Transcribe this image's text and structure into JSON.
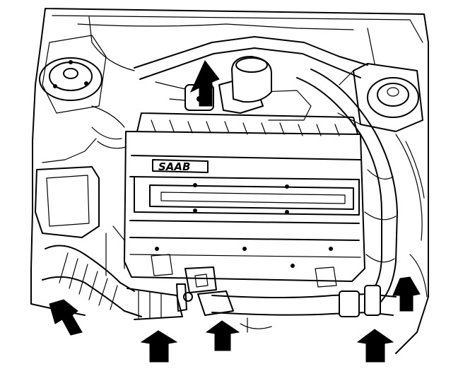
{
  "figure": {
    "engine_logo_text": "SAAB",
    "colors": {
      "line": "#000000",
      "background": "#ffffff",
      "arrow": "#000000"
    },
    "callout_arrows": [
      {
        "id": "arrow-top-center",
        "direction": "up"
      },
      {
        "id": "arrow-bottom-left",
        "direction": "up"
      },
      {
        "id": "arrow-bottom-center-left",
        "direction": "up"
      },
      {
        "id": "arrow-bottom-center",
        "direction": "up"
      },
      {
        "id": "arrow-bottom-right",
        "direction": "up"
      },
      {
        "id": "arrow-right",
        "direction": "up"
      }
    ]
  }
}
